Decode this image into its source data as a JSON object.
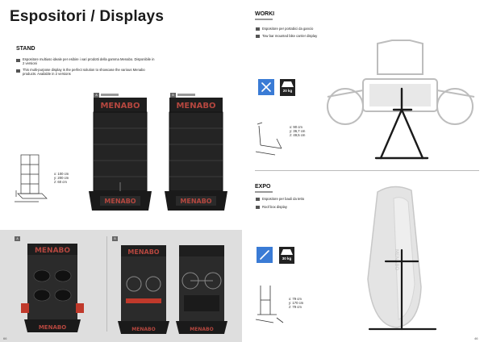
{
  "page": {
    "title": "Espositori / Displays",
    "page_left": "66",
    "page_right": "46",
    "brand": "MENABO"
  },
  "stand": {
    "heading": "STAND",
    "desc_it": "Espositore multiuso ideale per esibire i vari prodotti della gamma Menabo. Disponibile in 2 versioni",
    "desc_en": "This multi-purpose display is the perfect solution to showcase the various Menabo products. Available in 2 versions",
    "dims": [
      "x: 100 cm",
      "y: 200 cm",
      "z: 60 cm"
    ],
    "version_a": "A",
    "version_b": "B"
  },
  "worki": {
    "heading": "WORKI",
    "desc_it": "Espositore per portabici da gancio",
    "desc_en": "Tow bar mounted bike carrier display",
    "dims": [
      "x: 90 cm",
      "y: 36,7 cm",
      "z: 49,5 cm"
    ],
    "weight": "20 kg"
  },
  "expo": {
    "heading": "EXPO",
    "desc_it": "Espositore per bauli da tetto",
    "desc_en": "Roof box display",
    "dims": [
      "x: 79 cm",
      "y: 170 cm",
      "z: 79 cm"
    ],
    "weight": "30 kg"
  },
  "colors": {
    "panel_gray": "#dedede",
    "dark": "#1e1e1e",
    "menabo_red": "#b5473f"
  }
}
